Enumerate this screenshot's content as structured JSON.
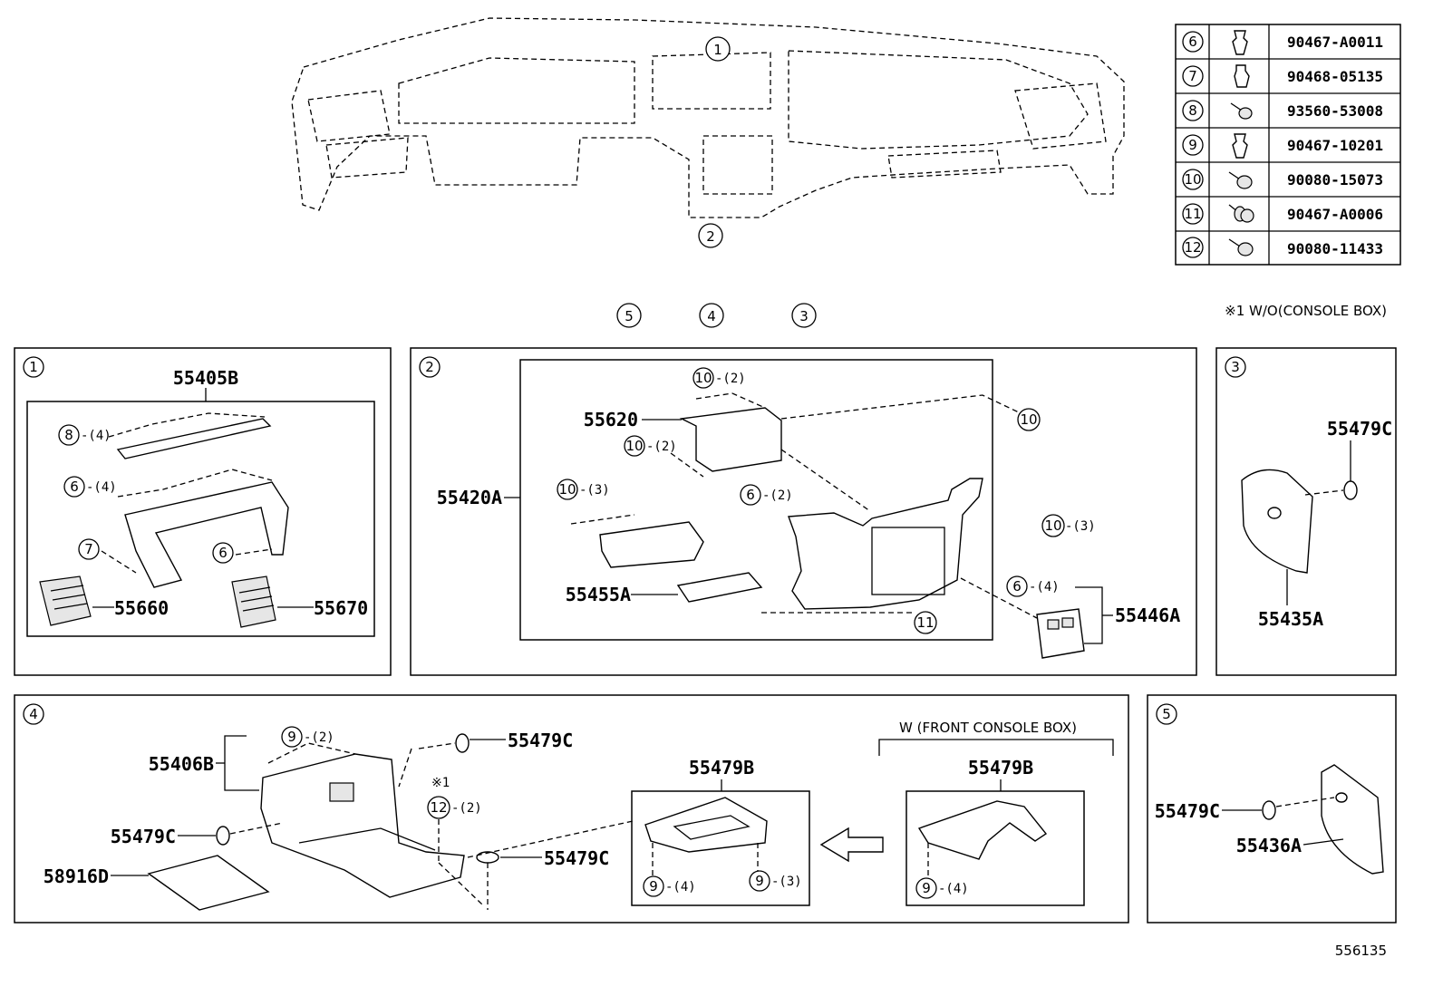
{
  "fastener_table": [
    {
      "ref": "6",
      "icon": "clip-icon",
      "part_no": "90467-A0011"
    },
    {
      "ref": "7",
      "icon": "clip-icon",
      "part_no": "90468-05135"
    },
    {
      "ref": "8",
      "icon": "screw-icon",
      "part_no": "93560-53008"
    },
    {
      "ref": "9",
      "icon": "clip-icon",
      "part_no": "90467-10201"
    },
    {
      "ref": "10",
      "icon": "screw-icon",
      "part_no": "90080-15073"
    },
    {
      "ref": "11",
      "icon": "screw-washer-icon",
      "part_no": "90467-A0006"
    },
    {
      "ref": "12",
      "icon": "screw-icon",
      "part_no": "90080-11433"
    }
  ],
  "overview": {
    "callouts": [
      "1",
      "2",
      "5",
      "4",
      "3"
    ]
  },
  "footnote": "※1 W/O(CONSOLE BOX)",
  "panels": {
    "p1": {
      "ref": "1",
      "labels": {
        "main": "55405B",
        "left_vent": "55660",
        "right_vent": "55670"
      },
      "fasteners": [
        {
          "ref": "8",
          "qty": "-(4)"
        },
        {
          "ref": "6",
          "qty": "-(4)"
        },
        {
          "ref": "7",
          "qty": ""
        },
        {
          "ref": "6",
          "qty": ""
        }
      ]
    },
    "p2": {
      "ref": "2",
      "labels": {
        "assembly": "55420A",
        "box": "55620",
        "pocket": "55455A",
        "switch": "55446A"
      },
      "fasteners": [
        {
          "ref": "10",
          "qty": "-(2)"
        },
        {
          "ref": "10",
          "qty": "-(2)"
        },
        {
          "ref": "10",
          "qty": "-(3)"
        },
        {
          "ref": "6",
          "qty": "-(2)"
        },
        {
          "ref": "10",
          "qty": ""
        },
        {
          "ref": "10",
          "qty": "-(3)"
        },
        {
          "ref": "6",
          "qty": "-(4)"
        },
        {
          "ref": "11",
          "qty": ""
        }
      ]
    },
    "p3": {
      "ref": "3",
      "labels": {
        "clip": "55479C",
        "cover": "55435A"
      }
    },
    "p4": {
      "ref": "4",
      "labels": {
        "panel": "55406B",
        "clip_top": "55479C",
        "clip_left": "55479C",
        "mat": "58916D",
        "clip_bottom": "55479C",
        "tray_a": "55479B",
        "tray_b": "55479B"
      },
      "variant_title": "W (FRONT CONSOLE BOX)",
      "note_mark": "※1",
      "fasteners": [
        {
          "ref": "9",
          "qty": "-(2)"
        },
        {
          "ref": "12",
          "qty": "-(2)"
        },
        {
          "ref": "9",
          "qty": "-(4)"
        },
        {
          "ref": "9",
          "qty": "-(3)"
        },
        {
          "ref": "9",
          "qty": "-(4)"
        }
      ]
    },
    "p5": {
      "ref": "5",
      "labels": {
        "clip": "55479C",
        "cover": "55436A"
      }
    }
  },
  "diagram_id": "556135"
}
